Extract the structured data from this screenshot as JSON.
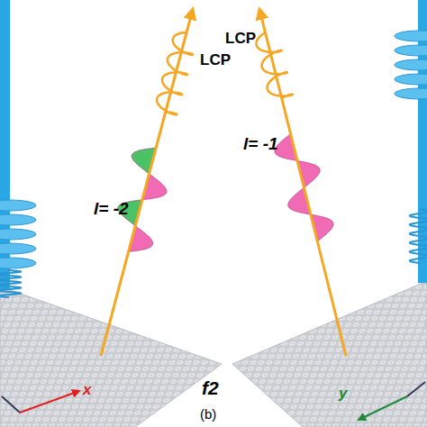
{
  "diagram": {
    "labels": [
      "LCP",
      "l= -2",
      "LCP",
      "l= -1",
      "f2",
      "(b)",
      "x",
      "y"
    ]
  }
}
